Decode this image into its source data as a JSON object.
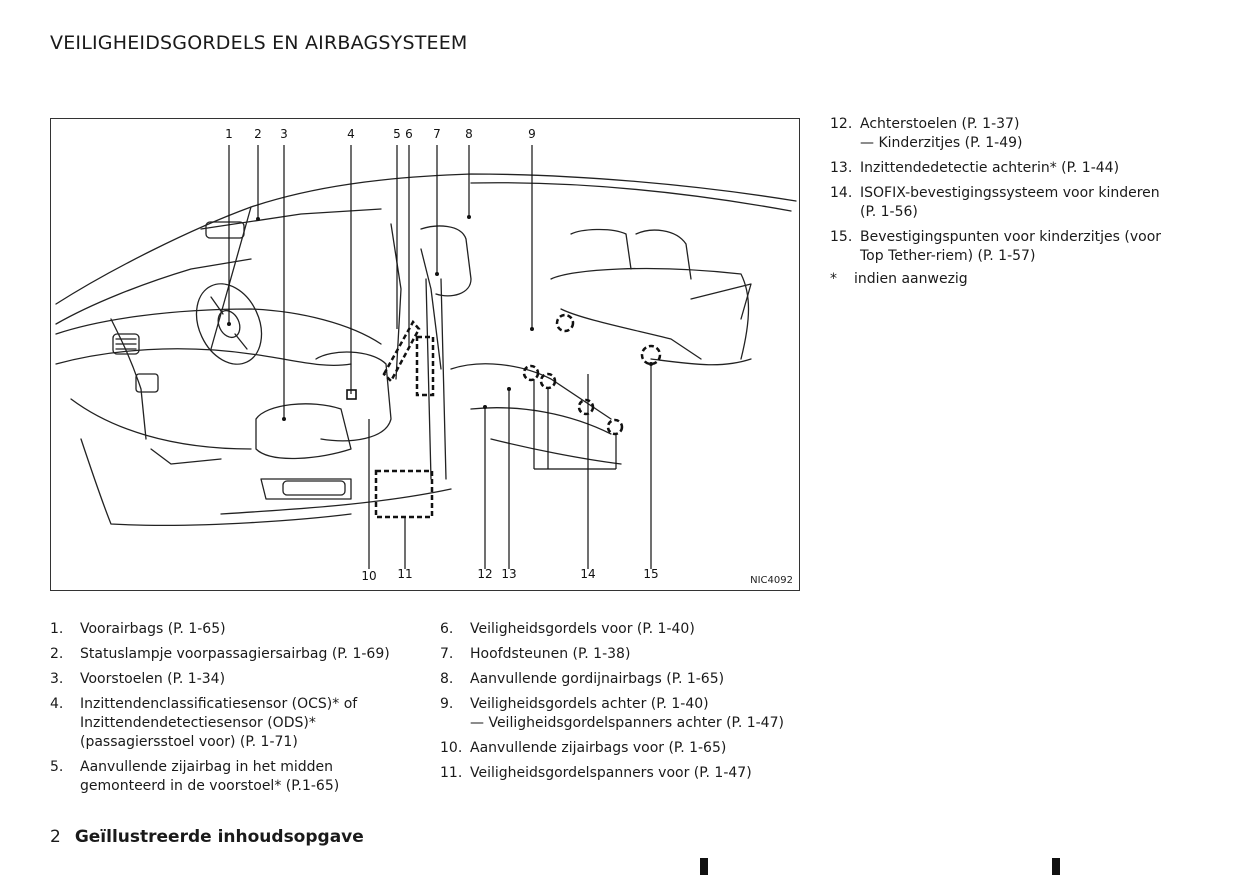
{
  "page_title": "VEILIGHEIDSGORDELS EN AIRBAGSYSTEEM",
  "figure": {
    "code": "NIC4092",
    "callouts_top": [
      "1",
      "2",
      "3",
      "4",
      "5",
      "6",
      "7",
      "8",
      "9"
    ],
    "callouts_bottom": [
      "10",
      "11",
      "12",
      "13",
      "14",
      "15"
    ]
  },
  "left_list": [
    {
      "num": "1.",
      "lines": [
        "Voorairbags (P. 1-65)"
      ]
    },
    {
      "num": "2.",
      "lines": [
        "Statuslampje voorpassagiersairbag (P. 1-69)"
      ]
    },
    {
      "num": "3.",
      "lines": [
        "Voorstoelen (P. 1-34)"
      ]
    },
    {
      "num": "4.",
      "lines": [
        "Inzittendenclassificatiesensor (OCS)* of",
        "Inzittendendetectiesensor (ODS)*",
        "(passagiersstoel voor) (P. 1-71)"
      ]
    },
    {
      "num": "5.",
      "lines": [
        "Aanvullende zijairbag in het midden",
        "gemonteerd in de voorstoel* (P.1-65)"
      ]
    }
  ],
  "middle_list": [
    {
      "num": "6.",
      "lines": [
        "Veiligheidsgordels voor (P. 1-40)"
      ]
    },
    {
      "num": "7.",
      "lines": [
        "Hoofdsteunen (P. 1-38)"
      ]
    },
    {
      "num": "8.",
      "lines": [
        "Aanvullende gordijnairbags (P. 1-65)"
      ]
    },
    {
      "num": "9.",
      "lines": [
        "Veiligheidsgordels achter (P. 1-40)",
        "— Veiligheidsgordelspanners achter (P. 1-47)"
      ]
    },
    {
      "num": "10.",
      "lines": [
        "Aanvullende zijairbags voor (P. 1-65)"
      ]
    },
    {
      "num": "11.",
      "lines": [
        "Veiligheidsgordelspanners voor (P. 1-47)"
      ]
    }
  ],
  "right_list": [
    {
      "num": "12.",
      "lines": [
        "Achterstoelen (P. 1-37)",
        "— Kinderzitjes (P. 1-49)"
      ]
    },
    {
      "num": "13.",
      "lines": [
        "Inzittendedetectie achterin* (P. 1-44)"
      ]
    },
    {
      "num": "14.",
      "lines": [
        "ISOFIX-bevestigingssysteem voor kinderen",
        "(P. 1-56)"
      ]
    },
    {
      "num": "15.",
      "lines": [
        "Bevestigingspunten voor kinderzitjes (voor",
        "Top Tether-riem) (P. 1-57)"
      ]
    }
  ],
  "note": {
    "star": "*",
    "text": "indien aanwezig"
  },
  "footer": {
    "page_number": "2",
    "section_title": "Geïllustreerde inhoudsopgave"
  }
}
